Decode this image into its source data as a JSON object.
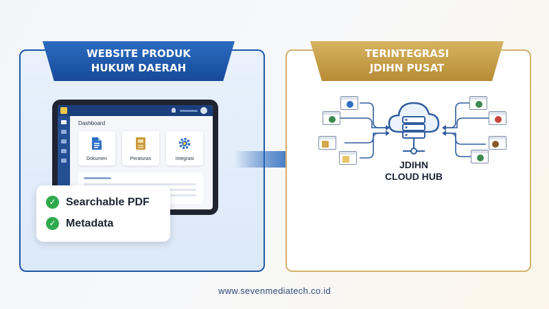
{
  "left_panel": {
    "title_line1": "WEBSITE PRODUK",
    "title_line2": "HUKUM DAERAH",
    "dashboard": {
      "title": "Dashboard",
      "cards": [
        {
          "label": "Dokumen",
          "icon": "document-icon"
        },
        {
          "label": "Peraturan",
          "icon": "regulation-folder-icon"
        },
        {
          "label": "Integrasi",
          "icon": "gear-icon"
        }
      ]
    },
    "features": [
      "Searchable PDF",
      "Metadata"
    ]
  },
  "right_panel": {
    "title_line1": "TERINTEGRASI",
    "title_line2": "JDIHN PUSAT",
    "hub_line1": "JDIHN",
    "hub_line2": "CLOUD HUB",
    "hub_icon": "cloud-server-icon"
  },
  "footer": {
    "url": "www.sevenmediatech.co.id"
  },
  "colors": {
    "blue": "#1c56a8",
    "gold": "#c9a24a",
    "check_green": "#2eaa4c"
  }
}
